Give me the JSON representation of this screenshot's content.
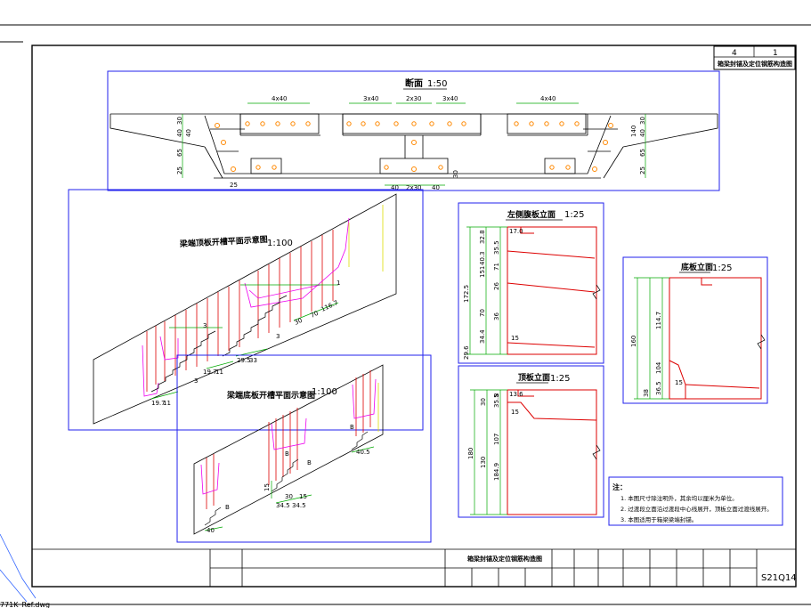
{
  "sheet": {
    "page_no": "4",
    "page_total": "1",
    "header_title": "箱梁封锚及定位钢筋构造图",
    "footer_title": "箱梁封锚及定位钢筋构造图",
    "drawing_no": "S21Q14",
    "file_name": "771K_Ref.dwg"
  },
  "section": {
    "title": "断面",
    "scale": "1:50",
    "dims_top": [
      "4x40",
      "3x40",
      "2x30",
      "3x40",
      "4x40"
    ],
    "dims_left": [
      "30",
      "40",
      "40",
      "65",
      "25"
    ],
    "dims_right": [
      "30",
      "40",
      "140",
      "65",
      "25"
    ],
    "dims_bottom": [
      "40",
      "2x30",
      "40",
      "25",
      "30"
    ]
  },
  "top_plan": {
    "title": "梁端顶板开槽平面示意图",
    "scale": "1:100",
    "labels": [
      "3",
      "3",
      "19.7",
      "11",
      "19.7",
      "11",
      "29.5",
      "33",
      "30",
      "70",
      "116.7",
      "1",
      "3"
    ]
  },
  "bottom_plan": {
    "title": "梁端底板开槽平面示意图",
    "scale": "1:100",
    "labels": [
      "B",
      "B",
      "B",
      "B",
      "34.5",
      "34.5",
      "15",
      "30",
      "15",
      "40",
      "40.5"
    ]
  },
  "left_web": {
    "title": "左侧腹板立面",
    "scale": "1:25",
    "dims_outer": [
      "32.8",
      "40.3",
      "26",
      "70",
      "34.4",
      "29.6"
    ],
    "dims_mid": [
      "172.5",
      "151",
      "35.5",
      "71",
      "36"
    ],
    "dims_inner": [
      "17.0",
      "15"
    ]
  },
  "top_slab": {
    "title": "顶板立面",
    "scale": "1:25",
    "dims_outer": [
      "30",
      "35.5",
      "8"
    ],
    "dims_mid": [
      "180",
      "130",
      "107",
      "184.9"
    ],
    "dims_inner": [
      "13.6",
      "15"
    ]
  },
  "bottom_slab": {
    "title": "底板立面",
    "scale": "1:25",
    "dims_outer": [
      "160",
      "38"
    ],
    "dims_mid": [
      "114.7",
      "104",
      "36.5"
    ],
    "dims_inner": [
      "15"
    ]
  },
  "notes": {
    "heading": "注：",
    "lines": [
      "1. 本图尺寸除注明外，其余均以厘米为单位。",
      "2. 过渡段立面沿过渡段中心线展开，顶板立面过渡线展开。",
      "3. 本图适用于箱梁梁端封锚。"
    ]
  },
  "colors": {
    "blue_frame": "#2222ee",
    "rebar_red": "#dd0000",
    "cutout_magenta": "#ee00ee",
    "dim_green": "#00aa00",
    "line_black": "#000000",
    "marker_orange": "#ff8800",
    "yellow_line": "#dddd00"
  }
}
